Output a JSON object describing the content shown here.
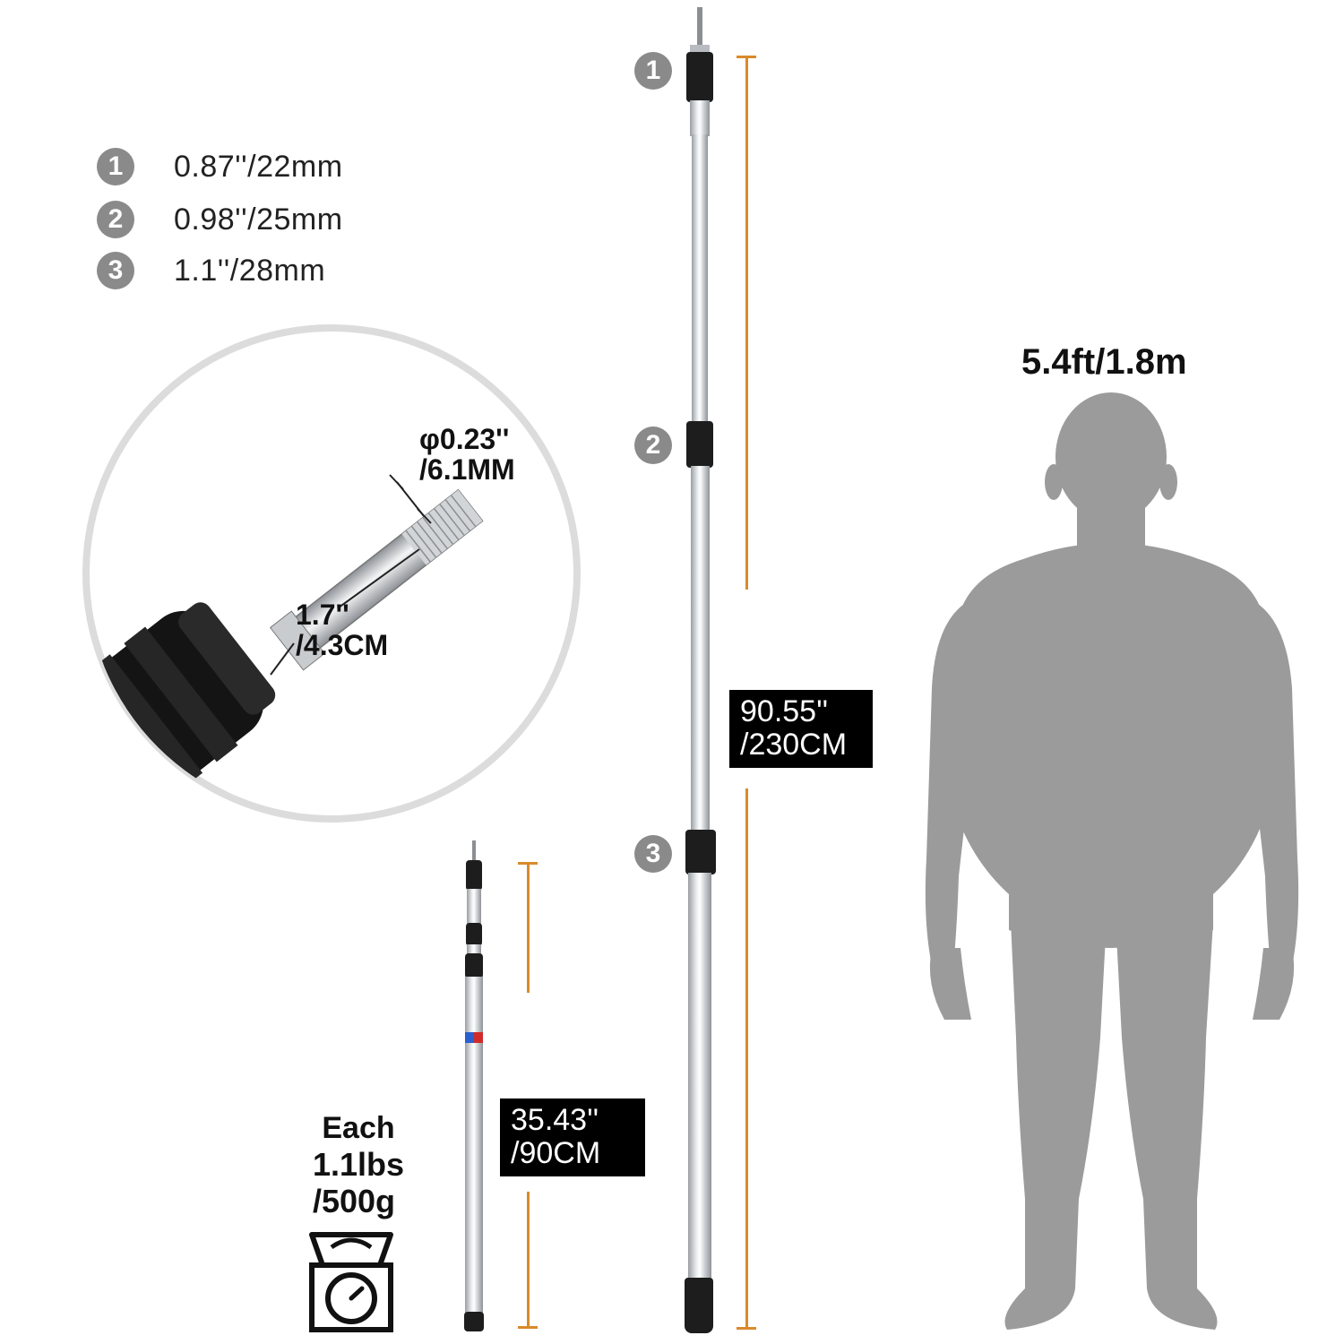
{
  "legend": [
    {
      "number": "1",
      "text": "0.87''/22mm"
    },
    {
      "number": "2",
      "text": "0.98''/25mm"
    },
    {
      "number": "3",
      "text": "1.1''/28mm"
    }
  ],
  "detail": {
    "diameter_line1": "φ0.23''",
    "diameter_line2": "/6.1MM",
    "length_line1": "1.7''",
    "length_line2": "/4.3CM"
  },
  "long_pole": {
    "markers": [
      "1",
      "2",
      "3"
    ],
    "length_line1": "90.55''",
    "length_line2": "/230CM"
  },
  "short_pole": {
    "length_line1": "35.43''",
    "length_line2": "/90CM"
  },
  "weight": {
    "line1": "Each",
    "line2": "1.1lbs",
    "line3": "/500g"
  },
  "person": {
    "height_label": "5.4ft/1.8m"
  },
  "colors": {
    "dimension_line": "#d98a2b",
    "badge": "#8a8a8a",
    "silhouette": "#9b9b9b",
    "label_box": "#000000"
  },
  "icons": [
    "scale-icon",
    "person-silhouette-icon"
  ]
}
